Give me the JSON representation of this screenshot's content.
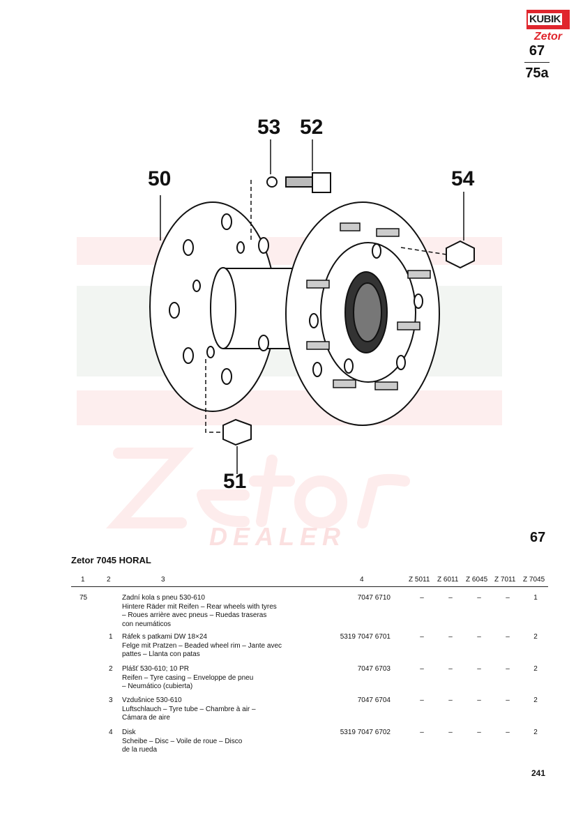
{
  "logo": {
    "brand": "KUBIK",
    "sub": "Zetor",
    "tagline": "DEALER"
  },
  "header": {
    "page_ref_top": "67",
    "page_ref_bottom": "75a"
  },
  "figure": {
    "number": "67",
    "callouts": [
      "50",
      "51",
      "52",
      "53",
      "54"
    ]
  },
  "section_title": "Zetor 7045 HORAL",
  "table": {
    "headers": [
      "1",
      "2",
      "3",
      "4",
      "Z 5011",
      "Z 6011",
      "Z 6045",
      "Z 7011",
      "Z 7045"
    ],
    "rows": [
      {
        "c1": "75",
        "c2": "",
        "desc": [
          "Zadní kola s pneu 530-610",
          "Hintere Räder mit Reifen – Rear wheels with tyres",
          "– Roues arrière avec pneus – Ruedas traseras",
          "con neumáticos"
        ],
        "part": "7047 6710",
        "q": [
          "–",
          "–",
          "–",
          "–",
          "1"
        ]
      },
      {
        "c1": "",
        "c2": "1",
        "desc": [
          "Ráfek s patkami DW 18×24",
          "Felge mit Pratzen – Beaded wheel rim – Jante avec",
          "pattes – Llanta con patas"
        ],
        "part": "5319 7047 6701",
        "q": [
          "–",
          "–",
          "–",
          "–",
          "2"
        ]
      },
      {
        "c1": "",
        "c2": "2",
        "desc": [
          "Plášť 530-610; 10 PR",
          "Reifen – Tyre casing – Enveloppe de pneu",
          "– Neumático (cubierta)"
        ],
        "part": "7047 6703",
        "q": [
          "–",
          "–",
          "–",
          "–",
          "2"
        ]
      },
      {
        "c1": "",
        "c2": "3",
        "desc": [
          "Vzdušnice 530-610",
          "Luftschlauch – Tyre tube – Chambre à air –",
          "Cámara de aire"
        ],
        "part": "7047 6704",
        "q": [
          "–",
          "–",
          "–",
          "–",
          "2"
        ]
      },
      {
        "c1": "",
        "c2": "4",
        "desc": [
          "Disk",
          "Scheibe – Disc – Voile de roue – Disco",
          "de la rueda"
        ],
        "part": "5319 7047 6702",
        "q": [
          "–",
          "–",
          "–",
          "–",
          "2"
        ]
      }
    ]
  },
  "page_number": "241"
}
